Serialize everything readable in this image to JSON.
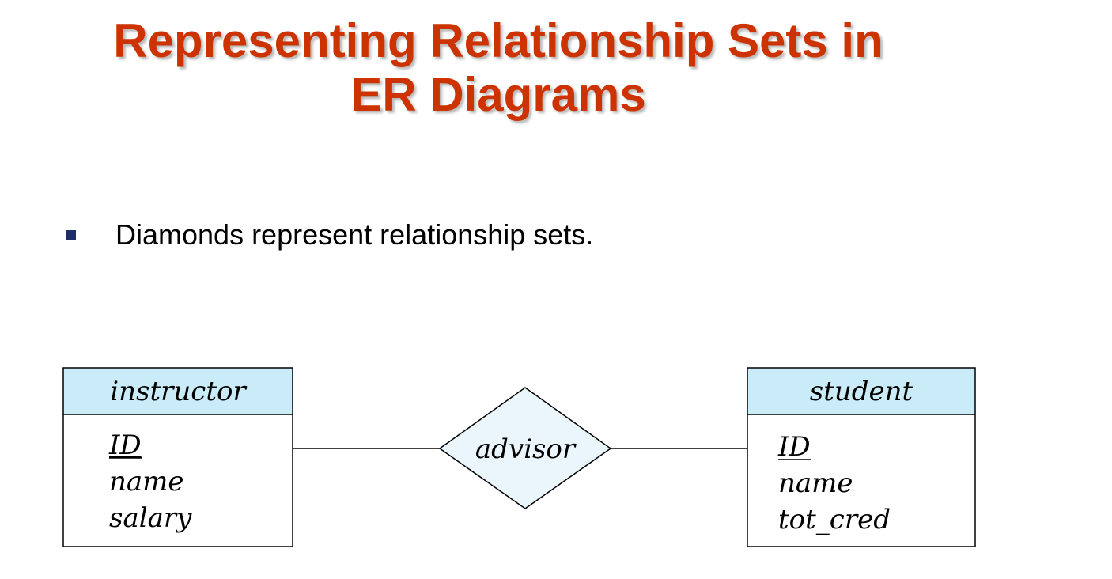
{
  "title": {
    "line1": "Representing Relationship Sets in",
    "line2": "ER Diagrams"
  },
  "bullets": [
    {
      "text": "Diamonds represent relationship sets."
    }
  ],
  "diagram": {
    "entities": {
      "instructor": {
        "name": "instructor",
        "attributes": [
          "ID",
          "name",
          "salary"
        ],
        "primary_key": "ID"
      },
      "student": {
        "name": "student",
        "attributes": [
          "ID",
          "name",
          "tot_cred"
        ],
        "primary_key": "ID"
      }
    },
    "relationship": {
      "name": "advisor"
    },
    "colors": {
      "title": "#cc3300",
      "bullet": "#1f2d6b",
      "entity_header": "#c9ecf8",
      "relationship_fill": "#eaf6fc"
    }
  }
}
